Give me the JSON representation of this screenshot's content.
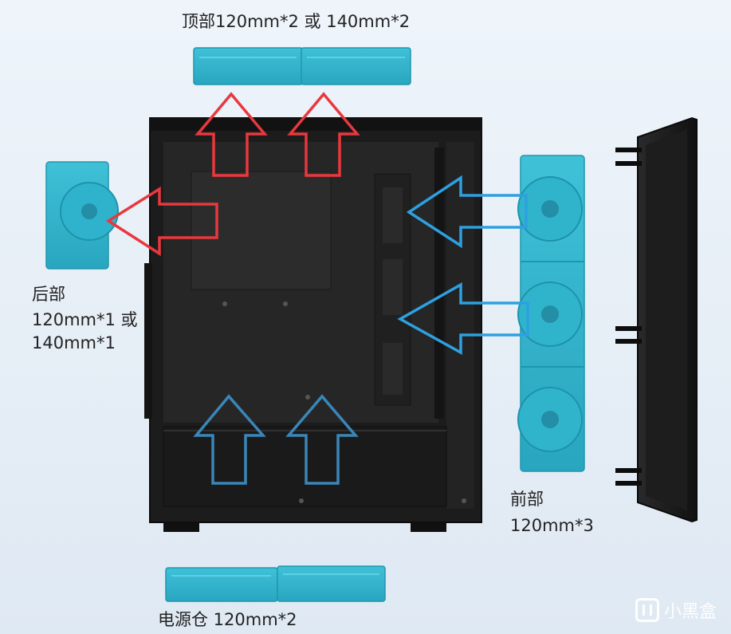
{
  "labels": {
    "top": "顶部120mm*2 或 140mm*2",
    "rear_title": "后部",
    "rear_line1": "120mm*1 或",
    "rear_line2": "140mm*1",
    "front_title": "前部",
    "front_size": "120mm*3",
    "psu": "电源仓 120mm*2"
  },
  "watermark": {
    "text": "小黑盒",
    "icon": "xiaoheihe-logo-icon"
  },
  "colors": {
    "fan": "#35b6cf",
    "fan_dark": "#239db6",
    "exhaust_arrow": "#e8383d",
    "intake_arrow": "#2ea0e0",
    "psu_arrow": "#3a86b8",
    "case": "#1b1b1c"
  },
  "icons": [
    "exhaust-arrow-icon",
    "intake-arrow-icon",
    "fan-icon"
  ]
}
